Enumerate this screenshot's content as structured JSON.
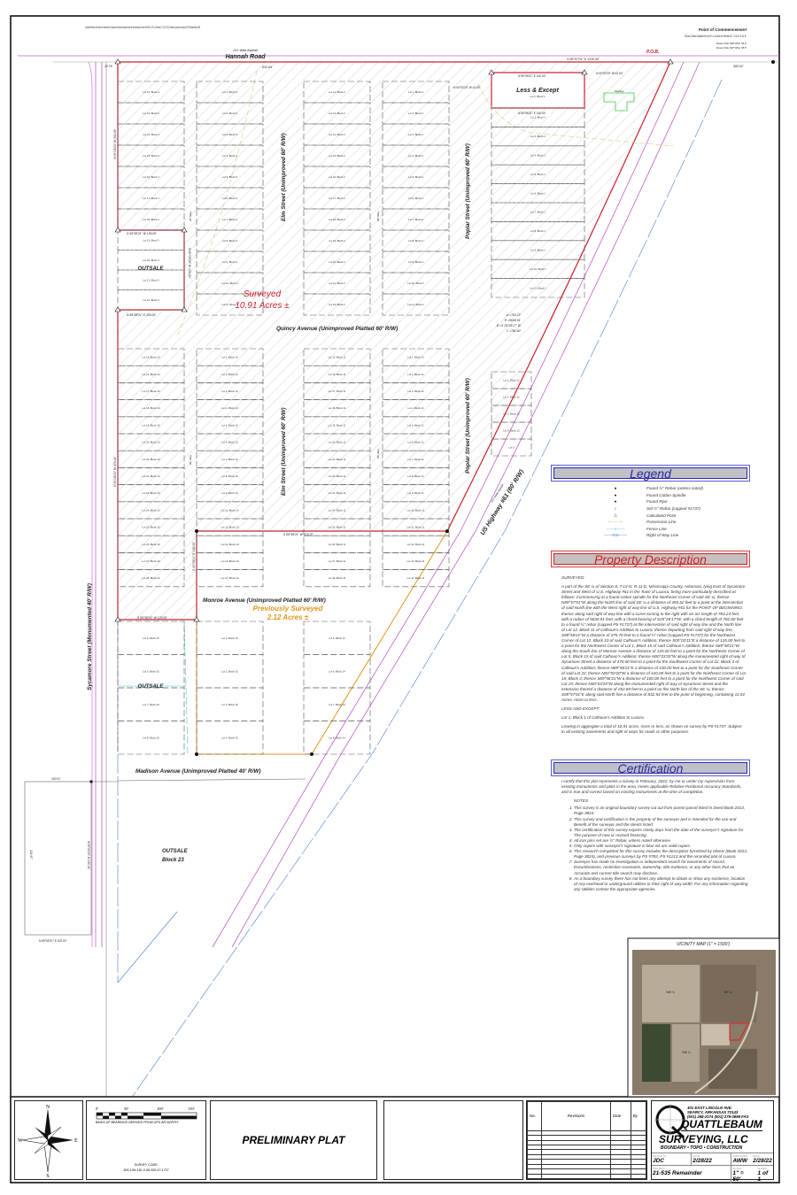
{
  "colors": {
    "boundary": "#c8202c",
    "previous": "#e0951e",
    "row_pink": "#c060c8",
    "fence": "#40c8c8",
    "row_blue": "#4a7bd0",
    "header_blue": "#2a2aa8",
    "header_red": "#d02020",
    "dwelling": "#3cc84a"
  },
  "top": {
    "calc_point_note": "Calculated Point at the center line intersection of Sycamore Street and Hannah Road for the Northwest Corner of the NE ¼, SE ¼ of Section 8, T-13-N, R-11-E based on previous survey by PS #783 dated May, 1994",
    "road_width": "13'± Wide Asphalt",
    "road_name": "Hannah Road",
    "pob": "P.O.B.",
    "poc_title": "Point of Commencement",
    "poc_note": "Found Cotton Spindle for the E ¼ Corner of Section 8, T-13-N, R-11-E.",
    "poc_ref1": "Power Pole S80°20'E, 56.9'",
    "poc_ref2": "Power Pole S67°04'E, 58.8'",
    "north_bearing": "S 89°57'01\" E  1310.92'",
    "dist_832": "832.54'",
    "dist_2276": "22.76'",
    "dist_455": "455.52'"
  },
  "plat": {
    "streets": {
      "elm_upper": "Elm Street (Unimproved 60' R/W)",
      "elm_lower": "Elm Street (Unimproved 60' R/W)",
      "poplar_upper": "Poplar Street (Unimproved 60' R/W)",
      "poplar_lower": "Poplar Street (Unimproved 60' R/W)",
      "quincy": "Quincy Avenue (Unimproved Platted 60' R/W)",
      "monroe": "Monroe Avenue (Unimproved Platted 60' R/W)",
      "madison": "Madison Avenue (Unimproved Platted 40' R/W)",
      "sycamore": "Sycamore Street (Monumented 40' R/W)",
      "highway": "US Highway #61 (80' R/W)",
      "highway_width": "30'± Wide Asphalt",
      "alley": "20' Alley"
    },
    "surveyed_title": "Surveyed",
    "surveyed_acres": "10.91 Acres ±",
    "previous_title": "Previously Surveyed",
    "previous_acres": "2.12 Acres ±",
    "less_except": "Less & Except",
    "less_except_lot": "Lot 1, Block 1",
    "dwelling": "Dwelling",
    "outsale": "OUTSALE",
    "outsale_block23": "OUTSALE",
    "block23": "Block 23",
    "curve": {
      "a": "A =783.23'",
      "r": "R =5630.91'",
      "b": "B =S 25°26'17\" W",
      "c": "C =782.60'"
    },
    "bearings": {
      "west_upper": "N 00°03'20\" W  252.69'",
      "west_lower": "N 00°03'20\" W  470.00'",
      "outsale_top": "S 89°58'21\" W  100.00'",
      "outsale_bottom": "N 89°58'21\" E  100.00'",
      "outsale_east": "N 00°03'20\" W  120.00'",
      "le_top": "N 89°58'21\" E  140.00'",
      "le_bottom": "N 89°58'21\" E  140.00'",
      "le_west": "N 00°03'20\" W  41.50'",
      "le_east": "N 00°03'20\" W  41.50'",
      "south_line": "S 89°58'21\" W  375.70'",
      "monroe_east": "S 00°03'11\" E  135.00'",
      "monroe_south": "S 89°58'21\" W  120.00'",
      "b23_top": "100.01'",
      "b23_bottom": "N 89°58'21\" E  100.00'",
      "b23_east": "N 00°03'20\" W  230.30'",
      "b23_west": "229.97'"
    },
    "lot_groups": [
      {
        "name": "block3-west-upper",
        "lots": [
          "Lot 12, Block 3",
          "Lot 13, Block 3",
          "Lot 14, Block 3",
          "Lot 15, Block 3",
          "Lot 16, Block 3",
          "Lot 17, Block 3",
          "Lot 18, Block 3"
        ]
      },
      {
        "name": "block3-outsale",
        "lots": [
          "Lot 19, Block 3",
          "Lot 20, Block 3",
          "Lot 21, Block 3",
          "Lot 22, Block 3"
        ]
      },
      {
        "name": "block3-east",
        "lots": [
          "Lot 1, Block 3",
          "Lot 2, Block 3",
          "Lot 3, Block 3",
          "Lot 4, Block 3",
          "Lot 5, Block 3",
          "Lot 6, Block 3",
          "Lot 7, Block 3",
          "Lot 8, Block 3",
          "Lot 9, Block 3",
          "Lot 10, Block 3",
          "Lot 11, Block 3"
        ]
      },
      {
        "name": "block2-west",
        "lots": [
          "Lot 12, Block 2",
          "Lot 13, Block 2",
          "Lot 14, Block 2",
          "Lot 15, Block 2",
          "Lot 16, Block 2",
          "Lot 17, Block 2",
          "Lot 18, Block 2",
          "Lot 19, Block 2",
          "Lot 20, Block 2",
          "Lot 21, Block 2",
          "Lot 22, Block 2"
        ]
      },
      {
        "name": "block2-east",
        "lots": [
          "Lot 1, Block 2",
          "Lot 2, Block 2",
          "Lot 3, Block 2",
          "Lot 4, Block 2",
          "Lot 5, Block 2",
          "Lot 6, Block 2",
          "Lot 7, Block 2",
          "Lot 8, Block 2",
          "Lot 9, Block 2",
          "Lot 10, Block 2",
          "Lot 11, Block 2"
        ]
      },
      {
        "name": "block1",
        "lots": [
          "",
          "Lot 2, Block 1",
          "Lot 3, Block 1",
          "Lot 4, Block 1",
          "Lot 5, Block 1",
          "Lot 6, Block 1",
          "Lot 7, Block 1",
          "Lot 8, Block 1",
          "Lot 9, Block 1",
          "Lot 10, Block 1",
          "Lot 11, Block 1"
        ]
      },
      {
        "name": "block10-west",
        "lots": [
          "Lot 15, Block 10",
          "Lot 16, Block 10",
          "Lot 17, Block 10",
          "Lot 18, Block 10",
          "Lot 19, Block 10",
          "Lot 20, Block 10",
          "Lot 21, Block 10",
          "Lot 22, Block 10",
          "Lot 23, Block 10",
          "Lot 24, Block 10",
          "Lot 25, Block 10",
          "Lot 26, Block 10",
          "Lot 27, Block 10",
          "Lot 28, Block 10"
        ]
      },
      {
        "name": "block10-east",
        "lots": [
          "Lot 1, Block 10",
          "Lot 2, Block 10",
          "Lot 3, Block 10",
          "Lot 4, Block 10",
          "Lot 5, Block 10",
          "Lot 6, Block 10",
          "Lot 7, Block 10",
          "Lot 8, Block 10",
          "Lot 9, Block 10",
          "Lot 10, Block 10",
          "Lot 11, Block 10",
          "Lot 12, Block 10",
          "Lot 13, Block 10",
          "Lot 14, Block 10"
        ]
      },
      {
        "name": "block11-west",
        "lots": [
          "Lot 15, Block 11",
          "Lot 16, Block 11",
          "Lot 17, Block 11",
          "Lot 18, Block 11",
          "Lot 19, Block 11",
          "Lot 20, Block 11",
          "Lot 21, Block 11",
          "Lot 22, Block 11",
          "Lot 23, Block 11",
          "Lot 24, Block 11",
          "Lot 25, Block 11",
          "Lot 26, Block 11",
          "Lot 27, Block 11",
          "Lot 28, Block 11"
        ]
      },
      {
        "name": "block11-east",
        "lots": [
          "Lot 1, Block 11",
          "Lot 2, Block 11",
          "Lot 3, Block 11",
          "Lot 4, Block 11",
          "Lot 5, Block 11",
          "Lot 6, Block 11",
          "Lot 7, Block 11",
          "Lot 8, Block 11",
          "Lot 9, Block 11",
          "Lot 10, Block 11",
          "Lot 11, Block 11",
          "Lot 12, Block 11",
          "Lot 13, Block 11",
          "Lot 14, Block 11"
        ]
      },
      {
        "name": "block12",
        "lots": [
          "Lot 1, Block 12",
          "Lot 2, Block 12",
          "Lot 3, Block 12",
          "Lot 4, Block 12",
          "Lot 5"
        ]
      },
      {
        "name": "block15-west",
        "lots": [
          "Lot 5, Block 15",
          "Lot 6, Block 15",
          "Lot 7, Block 15",
          "Lot 8, Block 15"
        ]
      },
      {
        "name": "block15-east",
        "lots": [
          "Lot 1, Block 15",
          "Lot 2, Block 15",
          "Lot 3, Block 15",
          "Lot 4, Block 15"
        ]
      },
      {
        "name": "block14",
        "lots": [
          "Lot 5, Block 14",
          "Lot 6, Block 14",
          "Lot 7, Block 14",
          "Lot 8, Block 14"
        ]
      }
    ]
  },
  "legend": {
    "title": "Legend",
    "items": [
      {
        "symbol": "●",
        "label": "Found ½\" Rebar (unless noted)"
      },
      {
        "symbol": "●",
        "label": "Found Cotton Spindle"
      },
      {
        "symbol": "●",
        "label": "Found Pipe"
      },
      {
        "symbol": "○",
        "label": "Set ½\" Rebar (capped #1737)"
      },
      {
        "symbol": "△",
        "label": "Calculated Point"
      },
      {
        "symbol": "— — —",
        "label": "Possession Line"
      },
      {
        "symbol": "——x——",
        "label": "Fence Line"
      },
      {
        "symbol": "——RW——",
        "label": "Right of Way Line"
      }
    ]
  },
  "property": {
    "title": "Property Description",
    "surveyed_label": "SURVEYED:",
    "surveyed_text": "A part of the SE ¼ of Section 8, T-13-N, R-11-E, Mississippi County, Arkansas, lying East of Sycamore Street and West of U.S. Highway #61 in the Town of Luxora, being more particularly described as follows: Commencing at a found cotton spindle for the Northeast Corner of said SE ¼; thence N89°57'01\"W along the North line of said SE ¼ a distance of 455.52 feet to a point at the intersection of said North line with the West right of way line of U.S. Highway #61 for the POINT OF BEGINNING; thence along said right of way line with a curve turning to the right with an arc length of 783.23 feet, with a radius of 5630.91 feet, with a chord bearing of S25°26'17\"W, with a chord length of 782.60 feet to a found ½\" rebar (capped PS #1737) at the intersection of said right of way line and the North line of Lot 12, Block 11 of Calhoun's Addition to Luxora; thence departing from said right of way line, S89°58'21\"W a distance of 375.70 feet to a found ½\" rebar (capped PS #1737) for the Northwest Corner of Lot 12, Block 10 of said Calhoun's Addition; thence S00°03'11\"E a distance of 135.00 feet to a point for the Northwest Corner of Lot 1, Block 15 of said Calhoun's Addition; thence S89°58'21\"W along the South line of Monroe Avenue a distance of 120.00 feet to a point for the Northeast Corner of Lot 5, Block 15 of said Calhoun's Addition; thence N00°03'20\"W along the monumented right of way of Sycamore Street a distance of 470.00 feet to a point for the Southwest Corner of Lot 22, Block 3 of Calhoun's Addition; thence N89°58'21\"E a distance of 100.00 feet to a point for the Southeast Corner of said Lot 22; thence N00°03'20\"W a distance of 120.00 feet to a point for the Northeast Corner of Lot 19, Block 3; thence S89°58'21\"W a distance of 100.00 feet to a point for the Northwest Corner of said Lot 19; thence N00°03'20\"W along the monumented right of way of Sycamore Street and the extension thereof a distance of 252.69 feet to a point on the North line of the SE ¼; thence S89°57'01\"E along said North line a distance of 832.54 feet to the point of beginning, containing 11.04 Acres, more or less.",
    "less_label": "LESS AND EXCEPT:",
    "less_text": "Lot 1, Block 1 of Calhoun's Addition to Luxora.",
    "leaving_text": "Leaving in aggregate a total of 10.91 acres, more or less, as shown on survey by PS #1737. Subject to all existing easements and right of ways for roads or other purposes."
  },
  "certification": {
    "title": "Certification",
    "statement": "I certify that this plat represents a survey in February, 2022, by me or under my supervision from existing monuments and plats in the area, meets applicable Relative Positional Accuracy Standards, and is true and correct based on existing monuments at the time of completion.",
    "notes_label": "NOTES:",
    "notes": [
      "This survey is an original boundary survey cut out from parent parcel listed in Deed Book 2013, Page 3824.",
      "This survey and certification is the property of the surveyor and is intended for the use and Benefit of the surveyor and the clients listed.",
      "The certification of this survey expires ninety days from the date of the surveyor's signature for The purpose of new or revised financing.",
      "All iron pins set are ½\" Rebar, unless noted otherwise.",
      "Only copies with surveyor's signature in blue ink are valid copies.",
      "This research completed for this survey includes the description furnished by clients (Book 2013, Page 3824), and previous surveys by PS #783, PS #1213 and the recorded plat of Luxora",
      "Surveyor has made no investigation or independent search for easements of record, Encumbrances, restrictive covenants, ownership, title evidence, or any other facts that an Accurate and current title search may disclose.",
      "As a boundary survey there has not been any attempt to obtain or show any existence, location of Any overhead or underground utilities or their right of way width. For any information regarding any Utilities contact the appropriate agencies."
    ]
  },
  "vicinity": {
    "title": "VICINITY MAP (1\" = 1500')",
    "q1": "NW ¼",
    "q2": "NE ¼",
    "q3": "SW ¼"
  },
  "title_block": {
    "compass": {
      "n": "N",
      "s": "S",
      "e": "E",
      "w": "W"
    },
    "scale_ticks": [
      "0'",
      "50'",
      "100'",
      "150'"
    ],
    "basis": "BASIS OF BEARINGS DERIVED FROM GPS AR NORTH.",
    "survey_code_label": "SURVEY CODE:",
    "survey_code": "500-13N-11E-0-08-200-47-1737",
    "plat_title": "PRELIMINARY PLAT",
    "revisions_headers": [
      "No.",
      "Revisions",
      "Date",
      "By"
    ],
    "company": {
      "address1": "301 EAST LINCOLN AVE.",
      "address2": "SEARCY, ARKANSAS  72143",
      "phone": "(501) 268-2174  (501) 279-3698 FAX",
      "name1": "QUATTLEBAUM",
      "name2": "SURVEYING, LLC",
      "tagline": "BOUNDARY • TOPO • CONSTRUCTION"
    },
    "drawn_by_label": "DRAWN BY",
    "drawn_by": "JDC",
    "date_label": "DATE",
    "date1": "2/28/22",
    "approved_label": "APPROVED",
    "approved_by": "AWW",
    "date2": "2/28/22",
    "project_label": "PROJECT",
    "project": "21-535 Remainder",
    "scale_label": "SCALE",
    "scale": "1\" = 50'",
    "sheet_label": "SHEET",
    "sheet": "1 of 1"
  }
}
